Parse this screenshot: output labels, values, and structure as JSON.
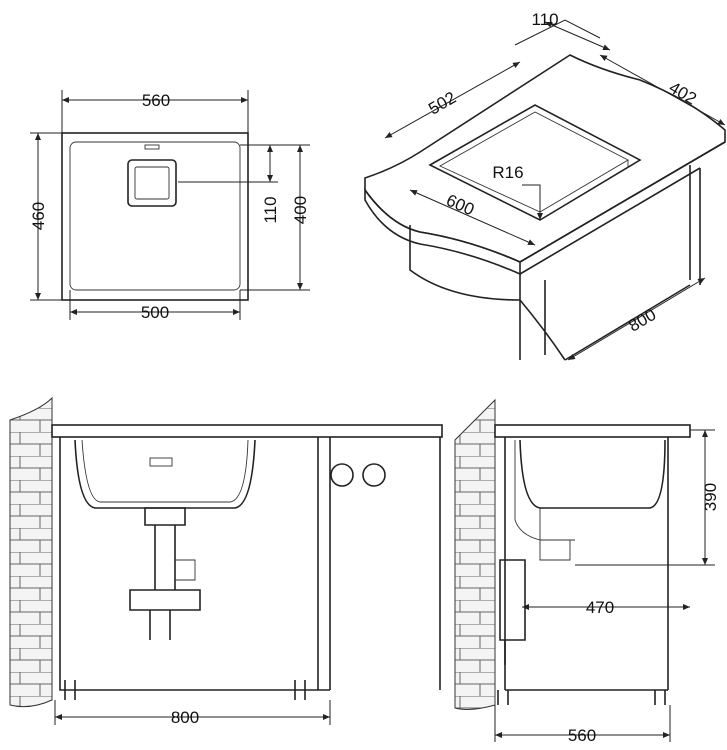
{
  "plan_view": {
    "width_outer": "560",
    "depth_outer": "460",
    "drain_offset": "110",
    "depth_inner": "400",
    "width_inner": "500"
  },
  "iso_view": {
    "back_edge": "110",
    "bowl_depth_side": "402",
    "bowl_width": "502",
    "corner_radius": "R16",
    "cabinet_depth": "600",
    "cabinet_width": "800"
  },
  "front_view": {
    "cabinet_width": "800"
  },
  "side_view": {
    "installation_height": "390",
    "drain_distance": "470",
    "cabinet_depth": "560"
  }
}
